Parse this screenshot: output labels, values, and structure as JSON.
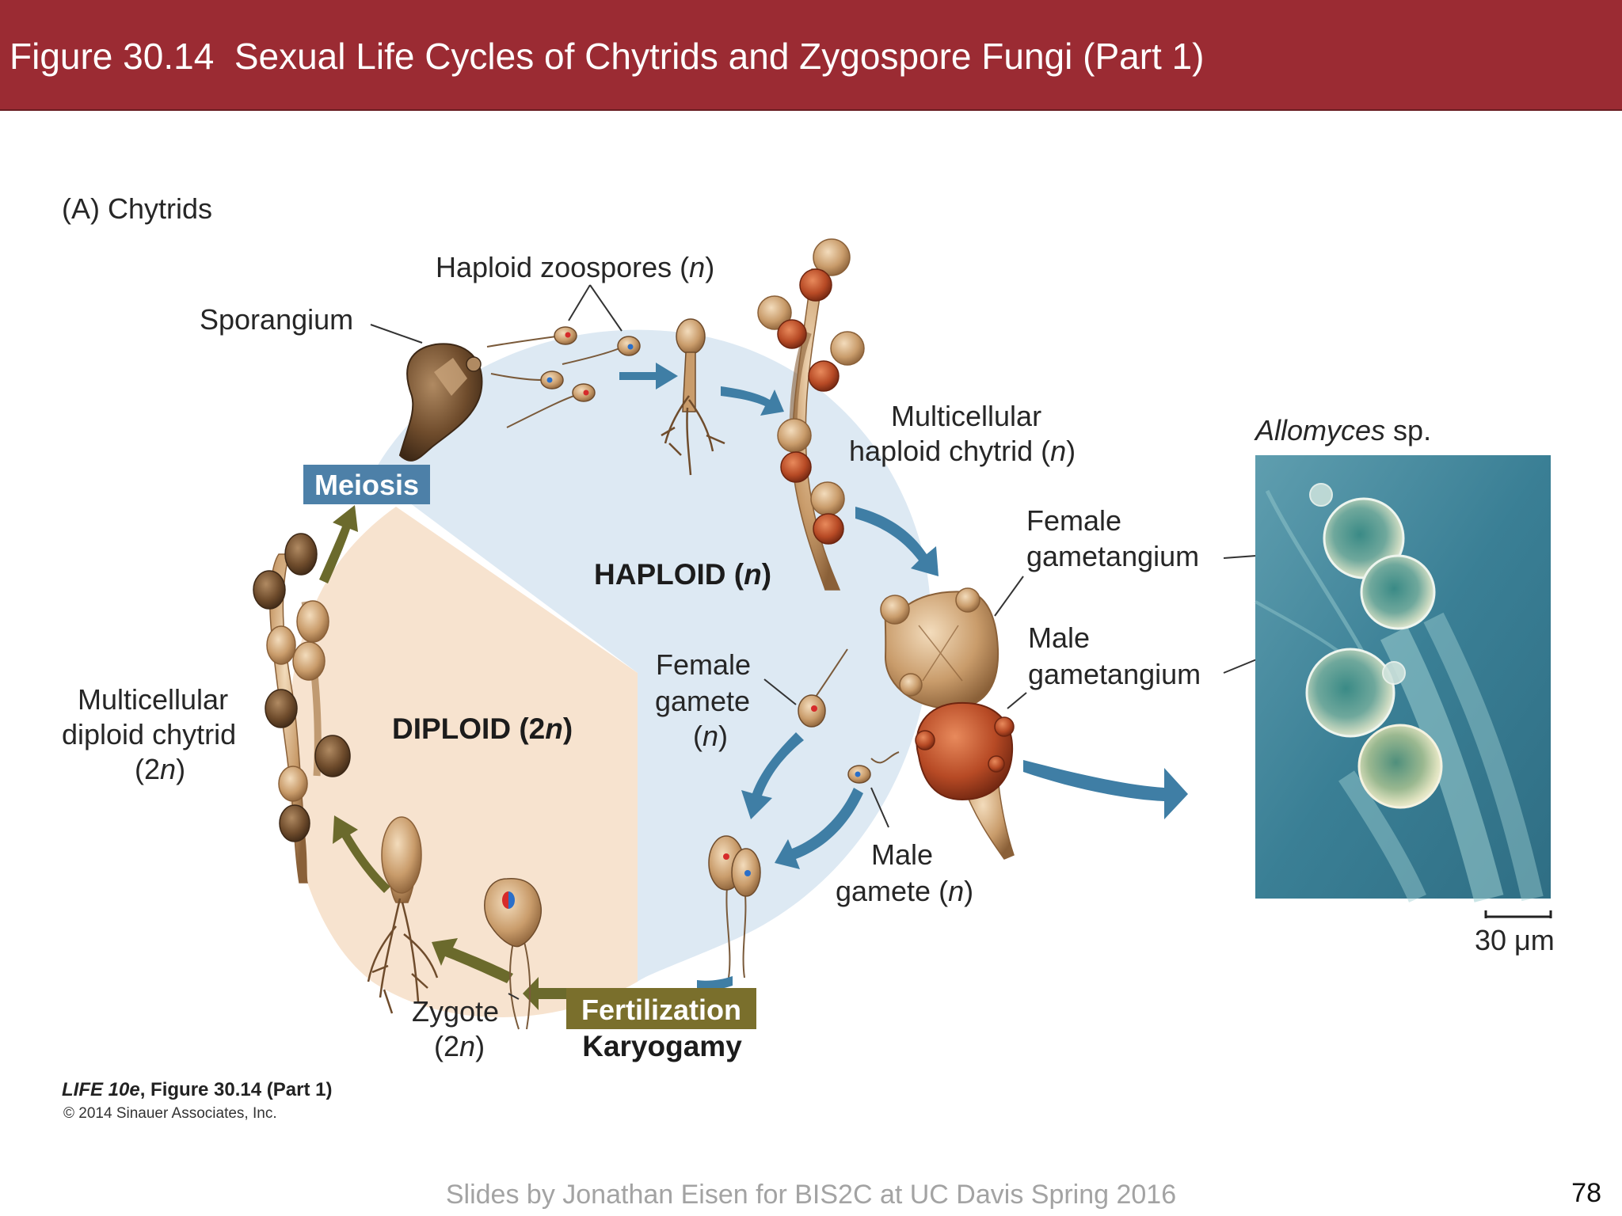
{
  "slide": {
    "title": "Figure 30.14  Sexual Life Cycles of Chytrids and Zygospore Fungi (Part 1)",
    "footer": "Slides by Jonathan Eisen for BIS2C at UC Davis Spring 2016",
    "page_number": "78"
  },
  "diagram": {
    "panel_label": "(A)  Chytrids",
    "labels": {
      "haploid_zoospores": "Haploid zoospores (",
      "haploid_zoospores_n": "n",
      "sporangium": "Sporangium",
      "multicellular_haploid_line1": "Multicellular",
      "multicellular_haploid_line2": "haploid chytrid (",
      "multicellular_haploid_n": "n",
      "haploid_region": "HAPLOID (",
      "haploid_region_n": "n",
      "diploid_region": "DIPLOID (2",
      "diploid_region_n": "n",
      "meiosis": "Meiosis",
      "female_gametangium_line1": "Female",
      "female_gametangium_line2": "gametangium",
      "male_gametangium_line1": "Male",
      "male_gametangium_line2": "gametangium",
      "female_gamete_line1": "Female",
      "female_gamete_line2": "gamete",
      "female_gamete_n": "n",
      "male_gamete_line1": "Male",
      "male_gamete_line2": "gamete (",
      "male_gamete_n": "n",
      "multicellular_diploid_line1": "Multicellular",
      "multicellular_diploid_line2": "diploid chytrid",
      "multicellular_diploid_2n": "2",
      "multicellular_diploid_n": "n",
      "zygote_line1": "Zygote",
      "zygote_2": "2",
      "zygote_n": "n",
      "fertilization": "Fertilization",
      "karyogamy": "Karyogamy",
      "allomyces": "Allomyces",
      "allomyces_sp": " sp.",
      "scale": "30 μm"
    },
    "credit": {
      "book": "LIFE 10e",
      "figure": ", Figure 30.14 (Part 1)",
      "copyright": "© 2014 Sinauer Associates, Inc."
    },
    "colors": {
      "title_bar": "#9b2b33",
      "haploid_bg": "#dde9f3",
      "diploid_bg": "#f7e3cf",
      "arrow_blue": "#3f7ea5",
      "arrow_olive": "#6b6a2c",
      "meiosis_box": "#4d80a8",
      "fertilization_box": "#7a6f2c",
      "fungus_tan": "#c79a68",
      "fungus_dark": "#6f4c2c",
      "gametangium_red": "#b74a25",
      "micrograph_bg": "#3e8196"
    }
  }
}
